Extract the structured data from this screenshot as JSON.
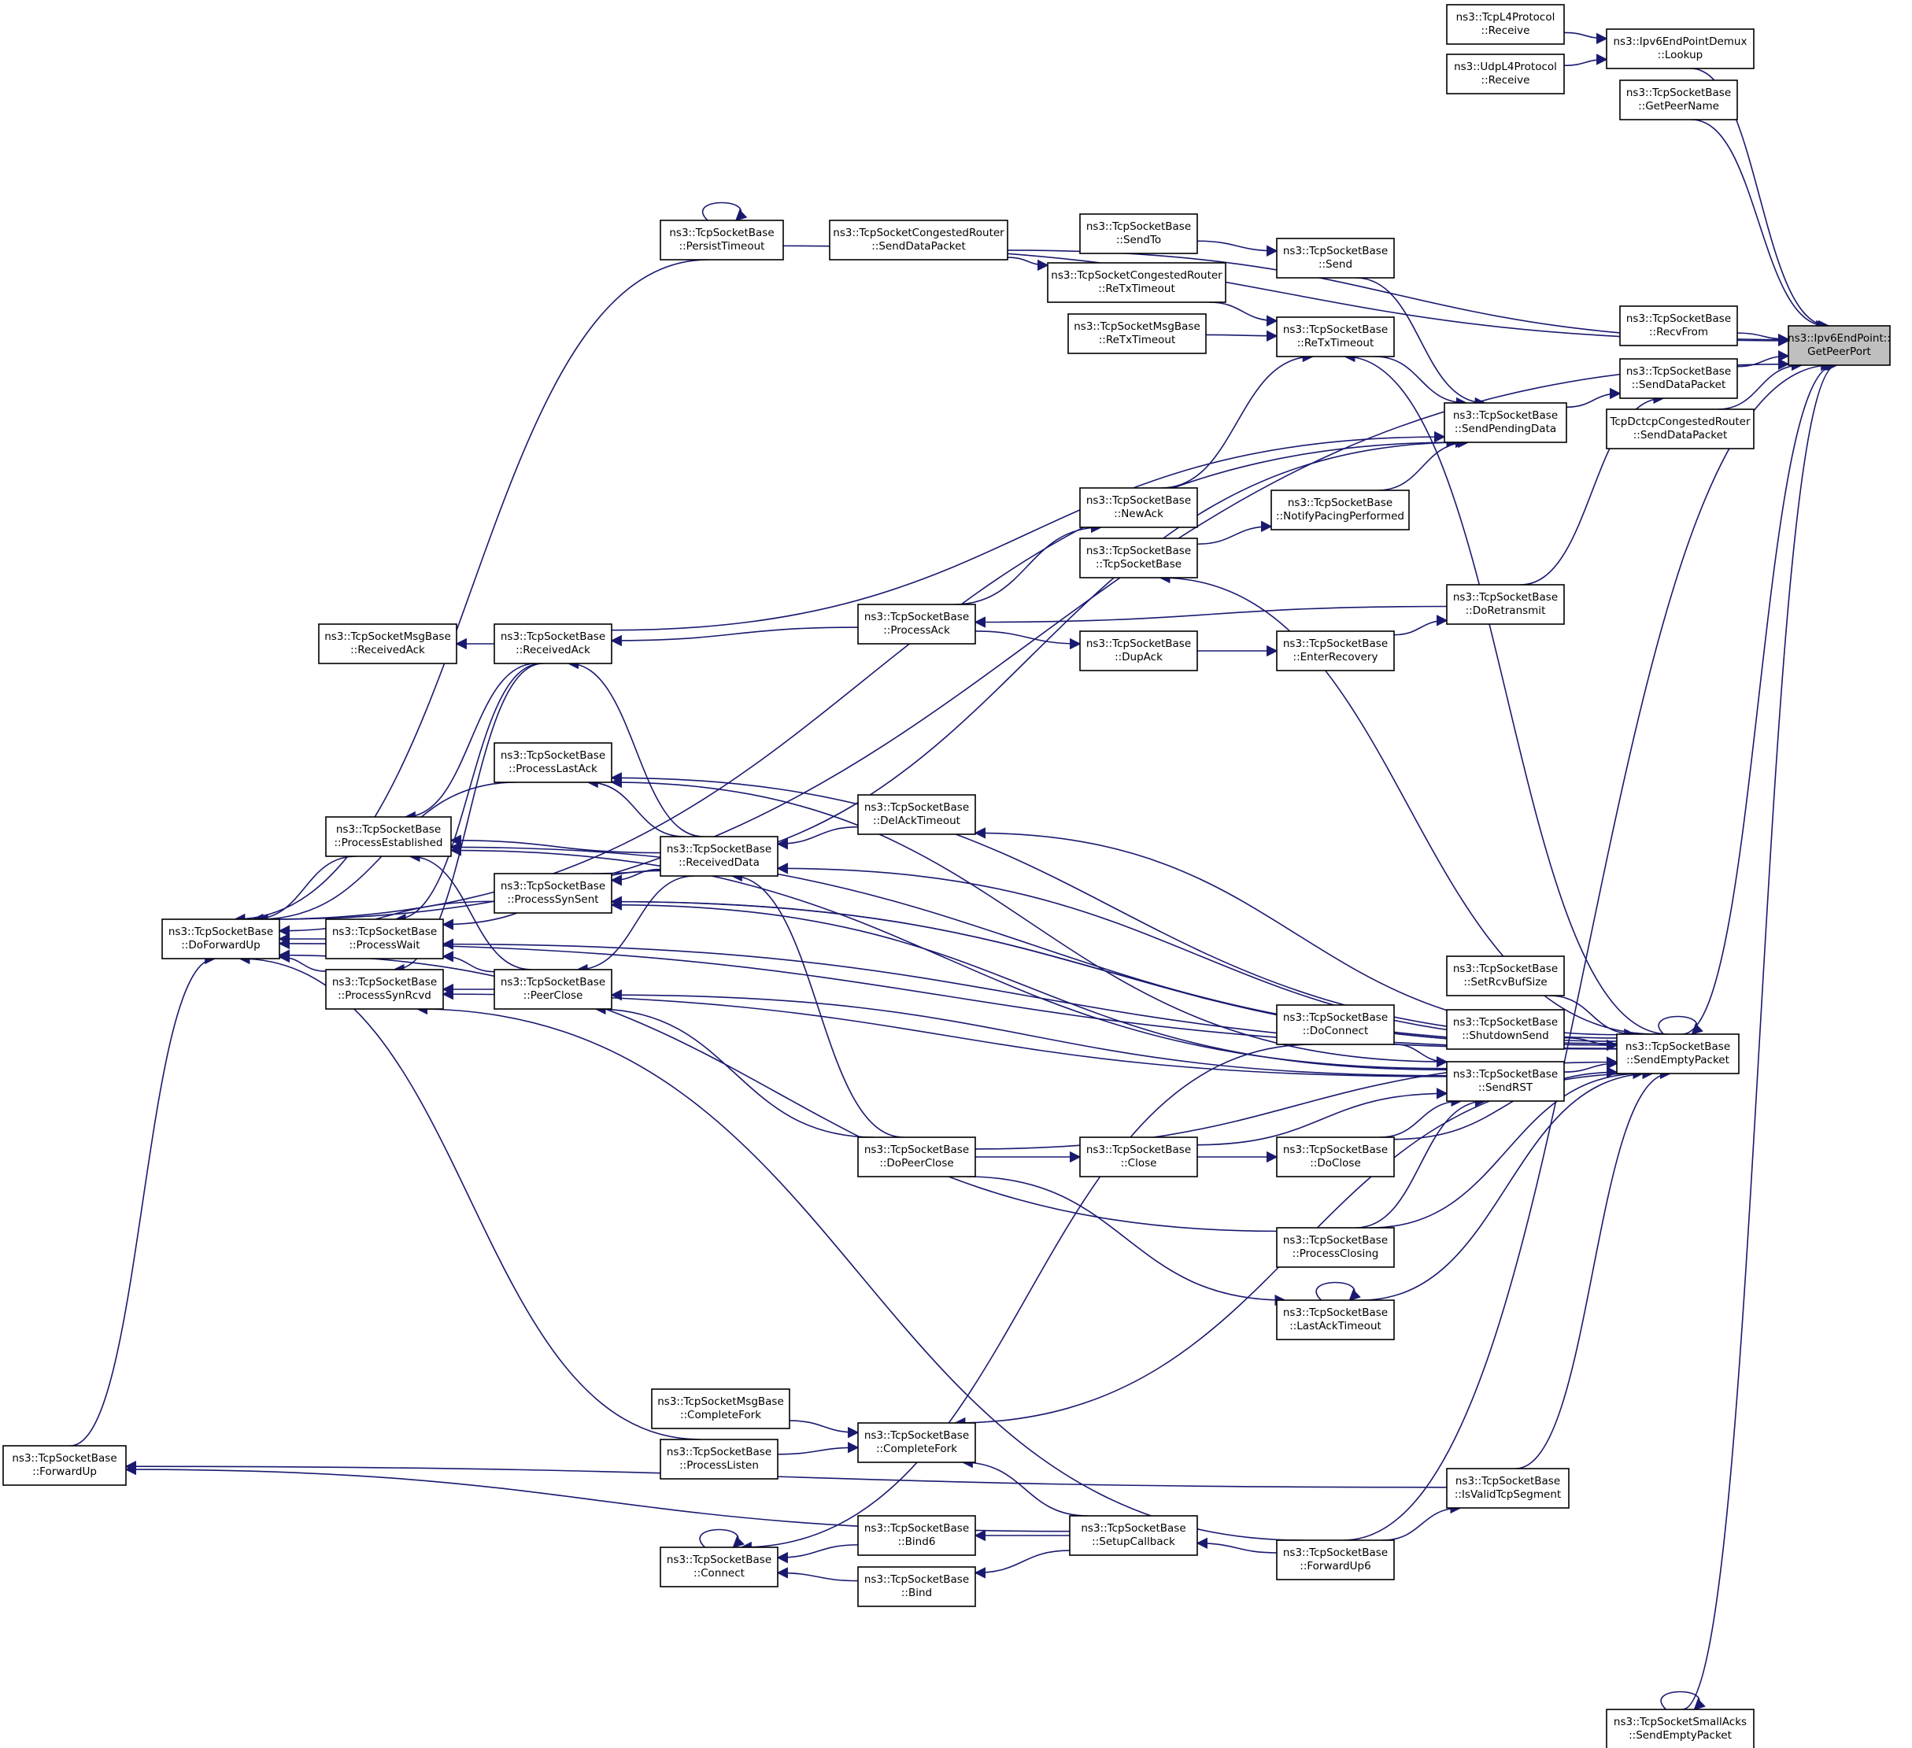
{
  "diagram": {
    "type": "doxygen-caller-graph",
    "edge_color": "#191970",
    "root_fill": "#bfbfbf",
    "root": "ipv6endpoint-getpeerport",
    "nodes": [
      {
        "id": "ipv6endpoint-getpeerport",
        "lines": [
          "ns3::Ipv6EndPoint::",
          "GetPeerPort"
        ]
      },
      {
        "id": "ipv6endpointdemux-lookup",
        "lines": [
          "ns3::Ipv6EndPointDemux",
          "::Lookup"
        ]
      },
      {
        "id": "tcpl4protocol-receive",
        "lines": [
          "ns3::TcpL4Protocol",
          "::Receive"
        ]
      },
      {
        "id": "udpl4protocol-receive",
        "lines": [
          "ns3::UdpL4Protocol",
          "::Receive"
        ]
      },
      {
        "id": "tcpsocketbase-getpeername",
        "lines": [
          "ns3::TcpSocketBase",
          "::GetPeerName"
        ]
      },
      {
        "id": "tcpsocketbase-recvfrom",
        "lines": [
          "ns3::TcpSocketBase",
          "::RecvFrom"
        ]
      },
      {
        "id": "tcpsocketbase-senddatapacket",
        "lines": [
          "ns3::TcpSocketBase",
          "::SendDataPacket"
        ]
      },
      {
        "id": "tcpdctcpcongestedrouter-senddatapacket",
        "lines": [
          "TcpDctcpCongestedRouter",
          "::SendDataPacket"
        ]
      },
      {
        "id": "tcpsocketbase-sendemptypacket",
        "lines": [
          "ns3::TcpSocketBase",
          "::SendEmptyPacket"
        ]
      },
      {
        "id": "tcpsocketsmallacks-sendemptypacket",
        "lines": [
          "ns3::TcpSocketSmallAcks",
          "::SendEmptyPacket"
        ]
      },
      {
        "id": "tcpsocketbase-persisttimeout",
        "lines": [
          "ns3::TcpSocketBase",
          "::PersistTimeout"
        ]
      },
      {
        "id": "tcpsocketcongestedrouter-senddatapacket",
        "lines": [
          "ns3::TcpSocketCongestedRouter",
          "::SendDataPacket"
        ]
      },
      {
        "id": "tcpsocketbase-sendto",
        "lines": [
          "ns3::TcpSocketBase",
          "::SendTo"
        ]
      },
      {
        "id": "tcpsocketbase-send",
        "lines": [
          "ns3::TcpSocketBase",
          "::Send"
        ]
      },
      {
        "id": "tcpsocketcongestedrouter-retxtimeout",
        "lines": [
          "ns3::TcpSocketCongestedRouter",
          "::ReTxTimeout"
        ]
      },
      {
        "id": "tcpsocketmsgbase-retxtimeout",
        "lines": [
          "ns3::TcpSocketMsgBase",
          "::ReTxTimeout"
        ]
      },
      {
        "id": "tcpsocketbase-retxtimeout",
        "lines": [
          "ns3::TcpSocketBase",
          "::ReTxTimeout"
        ]
      },
      {
        "id": "tcpsocketbase-sendpendingdata",
        "lines": [
          "ns3::TcpSocketBase",
          "::SendPendingData"
        ]
      },
      {
        "id": "tcpsocketbase-newack",
        "lines": [
          "ns3::TcpSocketBase",
          "::NewAck"
        ]
      },
      {
        "id": "tcpsocketbase-notifypacingperformed",
        "lines": [
          "ns3::TcpSocketBase",
          "::NotifyPacingPerformed"
        ]
      },
      {
        "id": "tcpsocketbase-tcpsocketbase",
        "lines": [
          "ns3::TcpSocketBase",
          "::TcpSocketBase"
        ]
      },
      {
        "id": "tcpsocketbase-doretransmit",
        "lines": [
          "ns3::TcpSocketBase",
          "::DoRetransmit"
        ]
      },
      {
        "id": "tcpsocketmsgbase-receivedack",
        "lines": [
          "ns3::TcpSocketMsgBase",
          "::ReceivedAck"
        ]
      },
      {
        "id": "tcpsocketbase-receivedack",
        "lines": [
          "ns3::TcpSocketBase",
          "::ReceivedAck"
        ]
      },
      {
        "id": "tcpsocketbase-processack",
        "lines": [
          "ns3::TcpSocketBase",
          "::ProcessAck"
        ]
      },
      {
        "id": "tcpsocketbase-dupack",
        "lines": [
          "ns3::TcpSocketBase",
          "::DupAck"
        ]
      },
      {
        "id": "tcpsocketbase-enterrecovery",
        "lines": [
          "ns3::TcpSocketBase",
          "::EnterRecovery"
        ]
      },
      {
        "id": "tcpsocketbase-processlastack",
        "lines": [
          "ns3::TcpSocketBase",
          "::ProcessLastAck"
        ]
      },
      {
        "id": "tcpsocketbase-delacktimeout",
        "lines": [
          "ns3::TcpSocketBase",
          "::DelAckTimeout"
        ]
      },
      {
        "id": "tcpsocketbase-processestablished",
        "lines": [
          "ns3::TcpSocketBase",
          "::ProcessEstablished"
        ]
      },
      {
        "id": "tcpsocketbase-receiveddata",
        "lines": [
          "ns3::TcpSocketBase",
          "::ReceivedData"
        ]
      },
      {
        "id": "tcpsocketbase-processsynsent",
        "lines": [
          "ns3::TcpSocketBase",
          "::ProcessSynSent"
        ]
      },
      {
        "id": "tcpsocketbase-doforwardup",
        "lines": [
          "ns3::TcpSocketBase",
          "::DoForwardUp"
        ]
      },
      {
        "id": "tcpsocketbase-processwait",
        "lines": [
          "ns3::TcpSocketBase",
          "::ProcessWait"
        ]
      },
      {
        "id": "tcpsocketbase-setrcvbufsize",
        "lines": [
          "ns3::TcpSocketBase",
          "::SetRcvBufSize"
        ]
      },
      {
        "id": "tcpsocketbase-processsynrcvd",
        "lines": [
          "ns3::TcpSocketBase",
          "::ProcessSynRcvd"
        ]
      },
      {
        "id": "tcpsocketbase-peerclose",
        "lines": [
          "ns3::TcpSocketBase",
          "::PeerClose"
        ]
      },
      {
        "id": "tcpsocketbase-shutdownsend",
        "lines": [
          "ns3::TcpSocketBase",
          "::ShutdownSend"
        ]
      },
      {
        "id": "tcpsocketbase-doconnect",
        "lines": [
          "ns3::TcpSocketBase",
          "::DoConnect"
        ]
      },
      {
        "id": "tcpsocketbase-sendrst",
        "lines": [
          "ns3::TcpSocketBase",
          "::SendRST"
        ]
      },
      {
        "id": "tcpsocketbase-dopeerclose",
        "lines": [
          "ns3::TcpSocketBase",
          "::DoPeerClose"
        ]
      },
      {
        "id": "tcpsocketbase-close",
        "lines": [
          "ns3::TcpSocketBase",
          "::Close"
        ]
      },
      {
        "id": "tcpsocketbase-doclose",
        "lines": [
          "ns3::TcpSocketBase",
          "::DoClose"
        ]
      },
      {
        "id": "tcpsocketbase-processclosing",
        "lines": [
          "ns3::TcpSocketBase",
          "::ProcessClosing"
        ]
      },
      {
        "id": "tcpsocketbase-lastacktimeout",
        "lines": [
          "ns3::TcpSocketBase",
          "::LastAckTimeout"
        ]
      },
      {
        "id": "tcpsocketmsgbase-completefork",
        "lines": [
          "ns3::TcpSocketMsgBase",
          "::CompleteFork"
        ]
      },
      {
        "id": "tcpsocketbase-completefork",
        "lines": [
          "ns3::TcpSocketBase",
          "::CompleteFork"
        ]
      },
      {
        "id": "tcpsocketbase-processlisten",
        "lines": [
          "ns3::TcpSocketBase",
          "::ProcessListen"
        ]
      },
      {
        "id": "tcpsocketbase-forwardup",
        "lines": [
          "ns3::TcpSocketBase",
          "::ForwardUp"
        ]
      },
      {
        "id": "tcpsocketbase-isvalidtcpsegment",
        "lines": [
          "ns3::TcpSocketBase",
          "::IsValidTcpSegment"
        ]
      },
      {
        "id": "tcpsocketbase-bind6",
        "lines": [
          "ns3::TcpSocketBase",
          "::Bind6"
        ]
      },
      {
        "id": "tcpsocketbase-setupcallback",
        "lines": [
          "ns3::TcpSocketBase",
          "::SetupCallback"
        ]
      },
      {
        "id": "tcpsocketbase-connect",
        "lines": [
          "ns3::TcpSocketBase",
          "::Connect"
        ]
      },
      {
        "id": "tcpsocketbase-forwardup6",
        "lines": [
          "ns3::TcpSocketBase",
          "::ForwardUp6"
        ]
      },
      {
        "id": "tcpsocketbase-bind",
        "lines": [
          "ns3::TcpSocketBase",
          "::Bind"
        ]
      }
    ],
    "edges": [
      {
        "from": "tcpl4protocol-receive",
        "to": "ipv6endpointdemux-lookup"
      },
      {
        "from": "udpl4protocol-receive",
        "to": "ipv6endpointdemux-lookup"
      },
      {
        "from": "ipv6endpointdemux-lookup",
        "to": "ipv6endpoint-getpeerport"
      },
      {
        "from": "tcpsocketbase-getpeername",
        "to": "ipv6endpoint-getpeerport"
      },
      {
        "from": "tcpsocketbase-recvfrom",
        "to": "ipv6endpoint-getpeerport"
      },
      {
        "from": "tcpsocketbase-senddatapacket",
        "to": "ipv6endpoint-getpeerport"
      },
      {
        "from": "tcpdctcpcongestedrouter-senddatapacket",
        "to": "ipv6endpoint-getpeerport"
      },
      {
        "from": "tcpsocketbase-persisttimeout",
        "to": "ipv6endpoint-getpeerport"
      },
      {
        "from": "tcpsocketcongestedrouter-senddatapacket",
        "to": "ipv6endpoint-getpeerport"
      },
      {
        "from": "tcpsocketbase-sendemptypacket",
        "to": "ipv6endpoint-getpeerport"
      },
      {
        "from": "tcpsocketbase-forwardup6",
        "to": "ipv6endpoint-getpeerport"
      },
      {
        "from": "tcpsocketsmallacks-sendemptypacket",
        "to": "ipv6endpoint-getpeerport"
      },
      {
        "from": "tcpsocketbase-doforwardup",
        "to": "ipv6endpoint-getpeerport"
      },
      {
        "from": "tcpsocketbase-persisttimeout",
        "to": "tcpsocketbase-persisttimeout"
      },
      {
        "from": "tcpsocketsmallacks-sendemptypacket",
        "to": "tcpsocketsmallacks-sendemptypacket"
      },
      {
        "from": "tcpsocketbase-sendemptypacket",
        "to": "tcpsocketbase-sendemptypacket"
      },
      {
        "from": "tcpsocketbase-lastacktimeout",
        "to": "tcpsocketbase-lastacktimeout"
      },
      {
        "from": "tcpsocketbase-connect",
        "to": "tcpsocketbase-connect"
      },
      {
        "from": "tcpsocketbase-sendto",
        "to": "tcpsocketbase-send"
      },
      {
        "from": "tcpsocketbase-send",
        "to": "tcpsocketbase-sendpendingdata"
      },
      {
        "from": "tcpsocketcongestedrouter-senddatapacket",
        "to": "tcpsocketcongestedrouter-retxtimeout"
      },
      {
        "from": "tcpsocketcongestedrouter-retxtimeout",
        "to": "tcpsocketbase-retxtimeout"
      },
      {
        "from": "tcpsocketmsgbase-retxtimeout",
        "to": "tcpsocketbase-retxtimeout"
      },
      {
        "from": "tcpsocketbase-newack",
        "to": "tcpsocketbase-retxtimeout"
      },
      {
        "from": "tcpsocketbase-sendemptypacket",
        "to": "tcpsocketbase-retxtimeout"
      },
      {
        "from": "tcpsocketbase-retxtimeout",
        "to": "tcpsocketbase-sendpendingdata"
      },
      {
        "from": "tcpsocketbase-sendpendingdata",
        "to": "tcpsocketbase-senddatapacket"
      },
      {
        "from": "tcpsocketbase-doretransmit",
        "to": "tcpsocketbase-senddatapacket"
      },
      {
        "from": "tcpsocketbase-notifypacingperformed",
        "to": "tcpsocketbase-sendpendingdata"
      },
      {
        "from": "tcpsocketbase-tcpsocketbase",
        "to": "tcpsocketbase-notifypacingperformed"
      },
      {
        "from": "tcpsocketbase-sendemptypacket",
        "to": "tcpsocketbase-tcpsocketbase"
      },
      {
        "from": "tcpsocketbase-processack",
        "to": "tcpsocketbase-newack"
      },
      {
        "from": "tcpsocketbase-doretransmit",
        "to": "tcpsocketbase-processack"
      },
      {
        "from": "tcpsocketbase-processack",
        "to": "tcpsocketbase-dupack"
      },
      {
        "from": "tcpsocketbase-dupack",
        "to": "tcpsocketbase-enterrecovery"
      },
      {
        "from": "tcpsocketbase-enterrecovery",
        "to": "tcpsocketbase-doretransmit"
      },
      {
        "from": "tcpsocketbase-processack",
        "to": "tcpsocketbase-receivedack"
      },
      {
        "from": "tcpsocketbase-receivedack",
        "to": "tcpsocketmsgbase-receivedack"
      },
      {
        "from": "tcpsocketbase-receivedack",
        "to": "tcpsocketbase-sendpendingdata"
      },
      {
        "from": "tcpsocketbase-doforwardup",
        "to": "tcpsocketbase-sendpendingdata"
      },
      {
        "from": "tcpsocketbase-processsynsent",
        "to": "tcpsocketbase-sendpendingdata"
      },
      {
        "from": "tcpsocketbase-receivedack",
        "to": "tcpsocketbase-processestablished"
      },
      {
        "from": "tcpsocketbase-receivedack",
        "to": "tcpsocketbase-processwait"
      },
      {
        "from": "tcpsocketbase-receivedack",
        "to": "tcpsocketbase-processsynrcvd"
      },
      {
        "from": "tcpsocketbase-receiveddata",
        "to": "tcpsocketbase-receivedack"
      },
      {
        "from": "tcpsocketbase-receiveddata",
        "to": "tcpsocketbase-processlastack"
      },
      {
        "from": "tcpsocketbase-receiveddata",
        "to": "tcpsocketbase-processestablished"
      },
      {
        "from": "tcpsocketbase-receiveddata",
        "to": "tcpsocketbase-processsynsent"
      },
      {
        "from": "tcpsocketbase-receiveddata",
        "to": "tcpsocketbase-processwait"
      },
      {
        "from": "tcpsocketbase-receiveddata",
        "to": "tcpsocketbase-peerclose"
      },
      {
        "from": "tcpsocketbase-delacktimeout",
        "to": "tcpsocketbase-receiveddata"
      },
      {
        "from": "tcpsocketbase-sendemptypacket",
        "to": "tcpsocketbase-delacktimeout"
      },
      {
        "from": "tcpsocketbase-sendemptypacket",
        "to": "tcpsocketbase-processlastack"
      },
      {
        "from": "tcpsocketbase-sendemptypacket",
        "to": "tcpsocketbase-processestablished"
      },
      {
        "from": "tcpsocketbase-sendemptypacket",
        "to": "tcpsocketbase-receiveddata"
      },
      {
        "from": "tcpsocketbase-processlastack",
        "to": "tcpsocketbase-doforwardup"
      },
      {
        "from": "tcpsocketbase-processestablished",
        "to": "tcpsocketbase-doforwardup"
      },
      {
        "from": "tcpsocketbase-processsynsent",
        "to": "tcpsocketbase-doforwardup"
      },
      {
        "from": "tcpsocketbase-processwait",
        "to": "tcpsocketbase-doforwardup"
      },
      {
        "from": "tcpsocketbase-processsynrcvd",
        "to": "tcpsocketbase-doforwardup"
      },
      {
        "from": "tcpsocketbase-peerclose",
        "to": "tcpsocketbase-processestablished"
      },
      {
        "from": "tcpsocketbase-peerclose",
        "to": "tcpsocketbase-processsynrcvd"
      },
      {
        "from": "tcpsocketbase-peerclose",
        "to": "tcpsocketbase-processwait"
      },
      {
        "from": "tcpsocketbase-persisttimeout",
        "to": "tcpsocketbase-doforwardup"
      },
      {
        "from": "tcpsocketbase-setrcvbufsize",
        "to": "tcpsocketbase-sendemptypacket"
      },
      {
        "from": "tcpsocketbase-shutdownsend",
        "to": "tcpsocketbase-sendemptypacket"
      },
      {
        "from": "tcpsocketbase-doconnect",
        "to": "tcpsocketbase-sendrst"
      },
      {
        "from": "tcpsocketbase-sendrst",
        "to": "tcpsocketbase-sendemptypacket"
      },
      {
        "from": "tcpsocketbase-sendrst",
        "to": "tcpsocketbase-processlastack"
      },
      {
        "from": "tcpsocketbase-sendrst",
        "to": "tcpsocketbase-processestablished"
      },
      {
        "from": "tcpsocketbase-sendrst",
        "to": "tcpsocketbase-processsynsent"
      },
      {
        "from": "tcpsocketbase-sendrst",
        "to": "tcpsocketbase-processsynrcvd"
      },
      {
        "from": "tcpsocketbase-sendrst",
        "to": "tcpsocketbase-peerclose"
      },
      {
        "from": "tcpsocketbase-doconnect",
        "to": "tcpsocketbase-connect"
      },
      {
        "from": "tcpsocketbase-dopeerclose",
        "to": "tcpsocketbase-close"
      },
      {
        "from": "tcpsocketbase-close",
        "to": "tcpsocketbase-doclose"
      },
      {
        "from": "tcpsocketbase-close",
        "to": "tcpsocketbase-sendrst"
      },
      {
        "from": "tcpsocketbase-doclose",
        "to": "tcpsocketbase-sendrst"
      },
      {
        "from": "tcpsocketbase-doclose",
        "to": "tcpsocketbase-sendemptypacket"
      },
      {
        "from": "tcpsocketbase-processclosing",
        "to": "tcpsocketbase-sendrst"
      },
      {
        "from": "tcpsocketbase-processclosing",
        "to": "tcpsocketbase-sendemptypacket"
      },
      {
        "from": "tcpsocketbase-lastacktimeout",
        "to": "tcpsocketbase-sendemptypacket"
      },
      {
        "from": "tcpsocketbase-dopeerclose",
        "to": "tcpsocketbase-sendemptypacket"
      },
      {
        "from": "tcpsocketbase-dopeerclose",
        "to": "tcpsocketbase-receiveddata"
      },
      {
        "from": "tcpsocketbase-dopeerclose",
        "to": "tcpsocketbase-peerclose"
      },
      {
        "from": "tcpsocketbase-dopeerclose",
        "to": "tcpsocketbase-lastacktimeout"
      },
      {
        "from": "tcpsocketbase-processclosing",
        "to": "tcpsocketbase-doforwardup"
      },
      {
        "from": "tcpsocketbase-processsynsent",
        "to": "tcpsocketbase-sendemptypacket"
      },
      {
        "from": "tcpsocketmsgbase-completefork",
        "to": "tcpsocketbase-completefork"
      },
      {
        "from": "tcpsocketbase-processlisten",
        "to": "tcpsocketbase-completefork"
      },
      {
        "from": "tcpsocketbase-processlisten",
        "to": "tcpsocketbase-doforwardup"
      },
      {
        "from": "tcpsocketbase-sendemptypacket",
        "to": "tcpsocketbase-completefork"
      },
      {
        "from": "tcpsocketbase-setupcallback",
        "to": "tcpsocketbase-completefork"
      },
      {
        "from": "tcpsocketbase-setupcallback",
        "to": "tcpsocketbase-forwardup"
      },
      {
        "from": "tcpsocketbase-isvalidtcpsegment",
        "to": "tcpsocketbase-forwardup"
      },
      {
        "from": "tcpsocketbase-forwardup",
        "to": "tcpsocketbase-doforwardup"
      },
      {
        "from": "tcpsocketbase-isvalidtcpsegment",
        "to": "tcpsocketbase-sendemptypacket"
      },
      {
        "from": "tcpsocketbase-forwardup6",
        "to": "tcpsocketbase-isvalidtcpsegment"
      },
      {
        "from": "tcpsocketbase-setupcallback",
        "to": "tcpsocketbase-bind6"
      },
      {
        "from": "tcpsocketbase-setupcallback",
        "to": "tcpsocketbase-bind"
      },
      {
        "from": "tcpsocketbase-bind6",
        "to": "tcpsocketbase-connect"
      },
      {
        "from": "tcpsocketbase-bind",
        "to": "tcpsocketbase-connect"
      },
      {
        "from": "tcpsocketbase-forwardup6",
        "to": "tcpsocketbase-setupcallback"
      },
      {
        "from": "tcpsocketbase-forwardup6",
        "to": "tcpsocketbase-processsynrcvd"
      },
      {
        "from": "tcpsocketbase-sendemptypacket",
        "to": "tcpsocketbase-processwait"
      },
      {
        "from": "tcpsocketbase-sendemptypacket",
        "to": "tcpsocketbase-doforwardup"
      },
      {
        "from": "tcpsocketbase-sendemptypacket",
        "to": "tcpsocketbase-processsynsent"
      }
    ]
  }
}
